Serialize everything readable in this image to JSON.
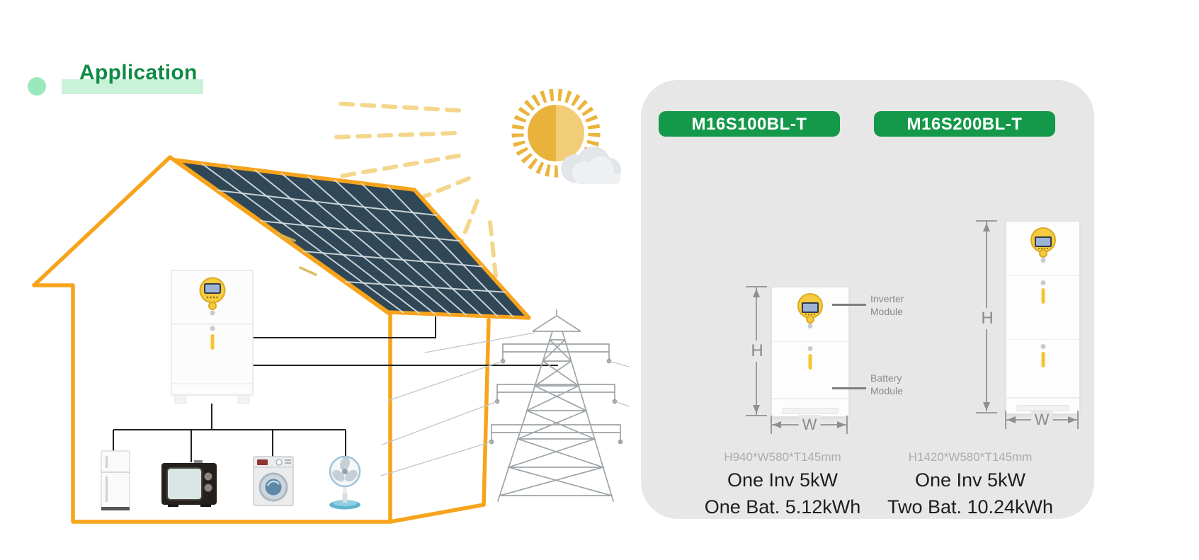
{
  "header": {
    "section_title": "Application"
  },
  "scene": {
    "icons": [
      "sun",
      "cloud",
      "solar-panel",
      "house",
      "inverter-battery-unit",
      "refrigerator",
      "tv",
      "washing-machine",
      "fan",
      "transmission-tower"
    ]
  },
  "products_panel": {
    "products": [
      {
        "model": "M16S100BL-T",
        "dimensions": "H940*W580*T145mm",
        "inverter_spec": "One Inv 5kW",
        "battery_spec": "One Bat. 5.12kWh",
        "height_label": "H",
        "width_label": "W"
      },
      {
        "model": "M16S200BL-T",
        "dimensions": "H1420*W580*T145mm",
        "inverter_spec": "One Inv 5kW",
        "battery_spec": "Two Bat. 10.24kWh",
        "height_label": "H",
        "width_label": "W"
      }
    ],
    "callouts": {
      "inverter": "Inverter Module",
      "battery": "Battery Module"
    }
  },
  "colors": {
    "accent_green": "#14984A",
    "title_green": "#0E8B45",
    "highlight_green": "#C9F2D8",
    "house_orange": "#F7A41C",
    "panel_gray": "#E7E7E7",
    "sun_yellow": "#EAB43C"
  }
}
